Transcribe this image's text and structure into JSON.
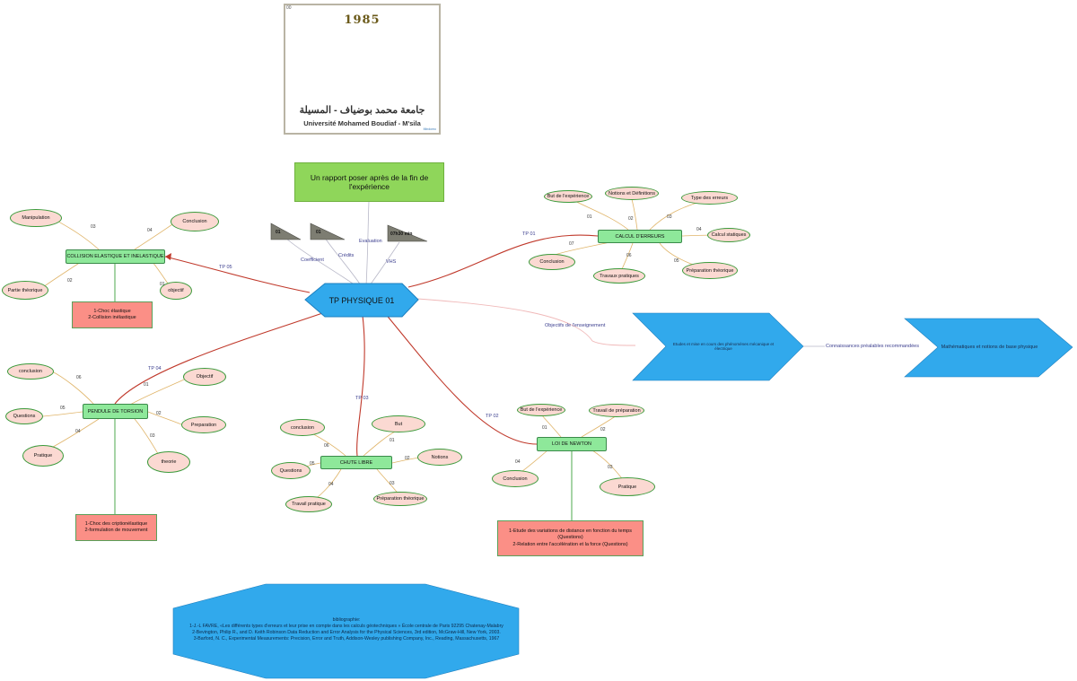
{
  "logo": {
    "index": "00",
    "year": "1985",
    "arabic": "جامعة محمد بوضياف - المسيلة",
    "french": "Université Mohamed Boudiaf - M'sila",
    "badge": "Mindomo"
  },
  "top_box": "Un rapport poser après de la fin de l'expérience",
  "hub": "TP PHYSIQUE 01",
  "flags": [
    {
      "value": "01",
      "edge": "Coefficient"
    },
    {
      "value": "01",
      "edge": "Crédits"
    },
    {
      "value": "07h30 min",
      "edge": "VHS"
    }
  ],
  "evaluation_label": "Evaluation",
  "objectifs": {
    "edge": "Objectifs de l'enseignement",
    "text": "Etudes et mise en cours des phénomènes mécanique et électrique",
    "prereq_edge": "Connaissances préalables recommandées",
    "prereq_text": "Mathématiques et notions de base physique"
  },
  "tps": {
    "tp01": {
      "edge": "TP 01",
      "title": "CALCUL D'ERREURS",
      "items": [
        {
          "num": "01",
          "label": "But de l'expérience"
        },
        {
          "num": "02",
          "label": "Notions et Définitions"
        },
        {
          "num": "03",
          "label": "Type des erreurs"
        },
        {
          "num": "04",
          "label": "Calcul statiques"
        },
        {
          "num": "05",
          "label": "Préparation théorique"
        },
        {
          "num": "06",
          "label": "Travaux pratiques"
        },
        {
          "num": "07",
          "label": "Conclusion"
        }
      ]
    },
    "tp02": {
      "edge": "TP 02",
      "title": "LOI DE NEWTON",
      "items": [
        {
          "num": "01",
          "label": "But de l'expérience"
        },
        {
          "num": "02",
          "label": "Travail de préparation"
        },
        {
          "num": "03",
          "label": "Pratique"
        },
        {
          "num": "04",
          "label": "Conclusion"
        }
      ],
      "note": [
        "1-Etude des variations de distance en fonction du temps (Questions)",
        "2-Relation entre l'accélération et la force (Questions)"
      ]
    },
    "tp03": {
      "edge": "TP 03",
      "title": "CHUTE LIBRE",
      "items": [
        {
          "num": "01",
          "label": "But"
        },
        {
          "num": "02",
          "label": "Notions"
        },
        {
          "num": "03",
          "label": "Préparation théorique"
        },
        {
          "num": "04",
          "label": "Travail pratique"
        },
        {
          "num": "05",
          "label": "Questions"
        },
        {
          "num": "06",
          "label": "conclusion"
        }
      ]
    },
    "tp04": {
      "edge": "TP 04",
      "title": "PENDULE DE TORSION",
      "items": [
        {
          "num": "01",
          "label": "Objectif"
        },
        {
          "num": "02",
          "label": "Preparation"
        },
        {
          "num": "03",
          "label": "theorie"
        },
        {
          "num": "04",
          "label": "Pratique"
        },
        {
          "num": "05",
          "label": "Questions"
        },
        {
          "num": "06",
          "label": "conclusion"
        }
      ],
      "note": [
        "1-Choc des criptionélastique",
        "2-formulation de mouvement"
      ]
    },
    "tp05": {
      "edge": "TP 05",
      "title": "COLLISION ELASTIQUE ET INELASTIQUE",
      "items": [
        {
          "num": "01",
          "label": "objectif"
        },
        {
          "num": "02",
          "label": "Partie théorique"
        },
        {
          "num": "03",
          "label": "Manipulation"
        },
        {
          "num": "04",
          "label": "Conclusion"
        }
      ],
      "note": [
        "1-Choc élastique",
        "2-Collision inélastique"
      ]
    }
  },
  "bibliography": {
    "title": "bibliographie:",
    "lines": [
      "1-J.-L FAVRE, «Les différents types d'erreurs et leur prise en compte dans les calculs géotechniques »   École centrale de Paris 92295 Chatenay-Malabry",
      "2-Bevington, Philip R., and D. Keith Robinson Data Reduction and Error Analysis for the Physical Sciences, 3rd edition, McGraw-Hill, New York, 2003.",
      "3-Barford, N. C., Experimental Measurements: Precision, Error and Truth, Addison-Wesley publishing Company, Inc., Reading, Massachusetts, 1967"
    ]
  },
  "colors": {
    "hub": "#31a9ec",
    "main_edge": "#c0392b",
    "leaf_edge": "#e0b56a",
    "node": "#8ee89a",
    "oval": "#fbd9d2",
    "note": "#fb8f86",
    "top_box": "#8fd65a",
    "flag": "#7d7d72"
  }
}
